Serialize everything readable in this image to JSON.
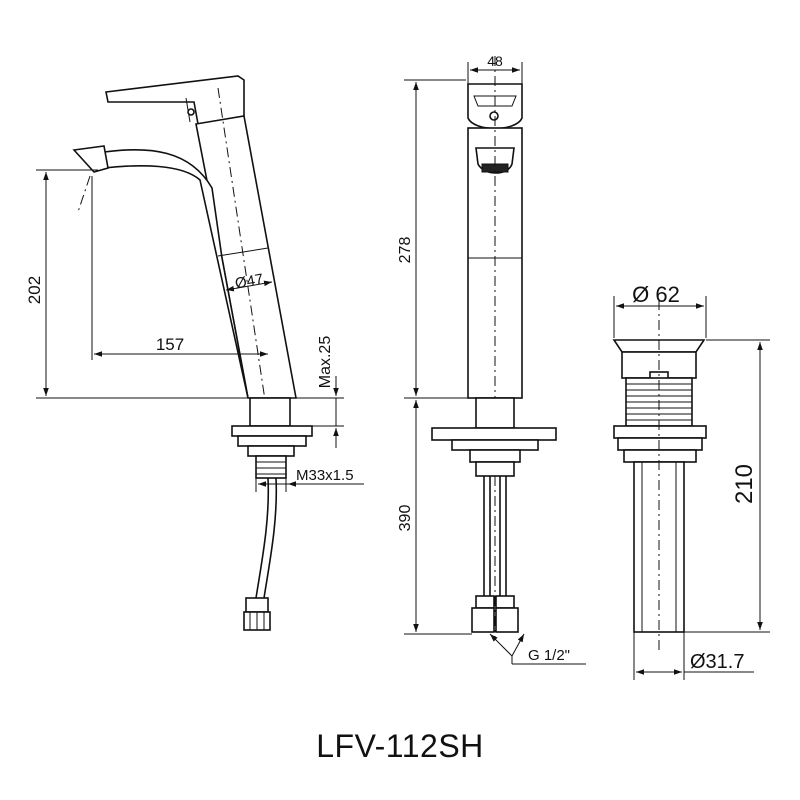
{
  "model": "LFV-112SH",
  "side_view": {
    "height_label": "202",
    "reach_label": "157",
    "body_diameter_label": "Ø47",
    "deck_thickness_label": "Max.25",
    "thread_label": "M33x1.5"
  },
  "front_view": {
    "width_label": "48",
    "upper_height_label": "278",
    "lower_height_label": "390",
    "connection_label": "G 1/2\""
  },
  "drain_view": {
    "cap_diameter_label": "Ø 62",
    "height_label": "210",
    "tail_diameter_label": "Ø31.7"
  }
}
